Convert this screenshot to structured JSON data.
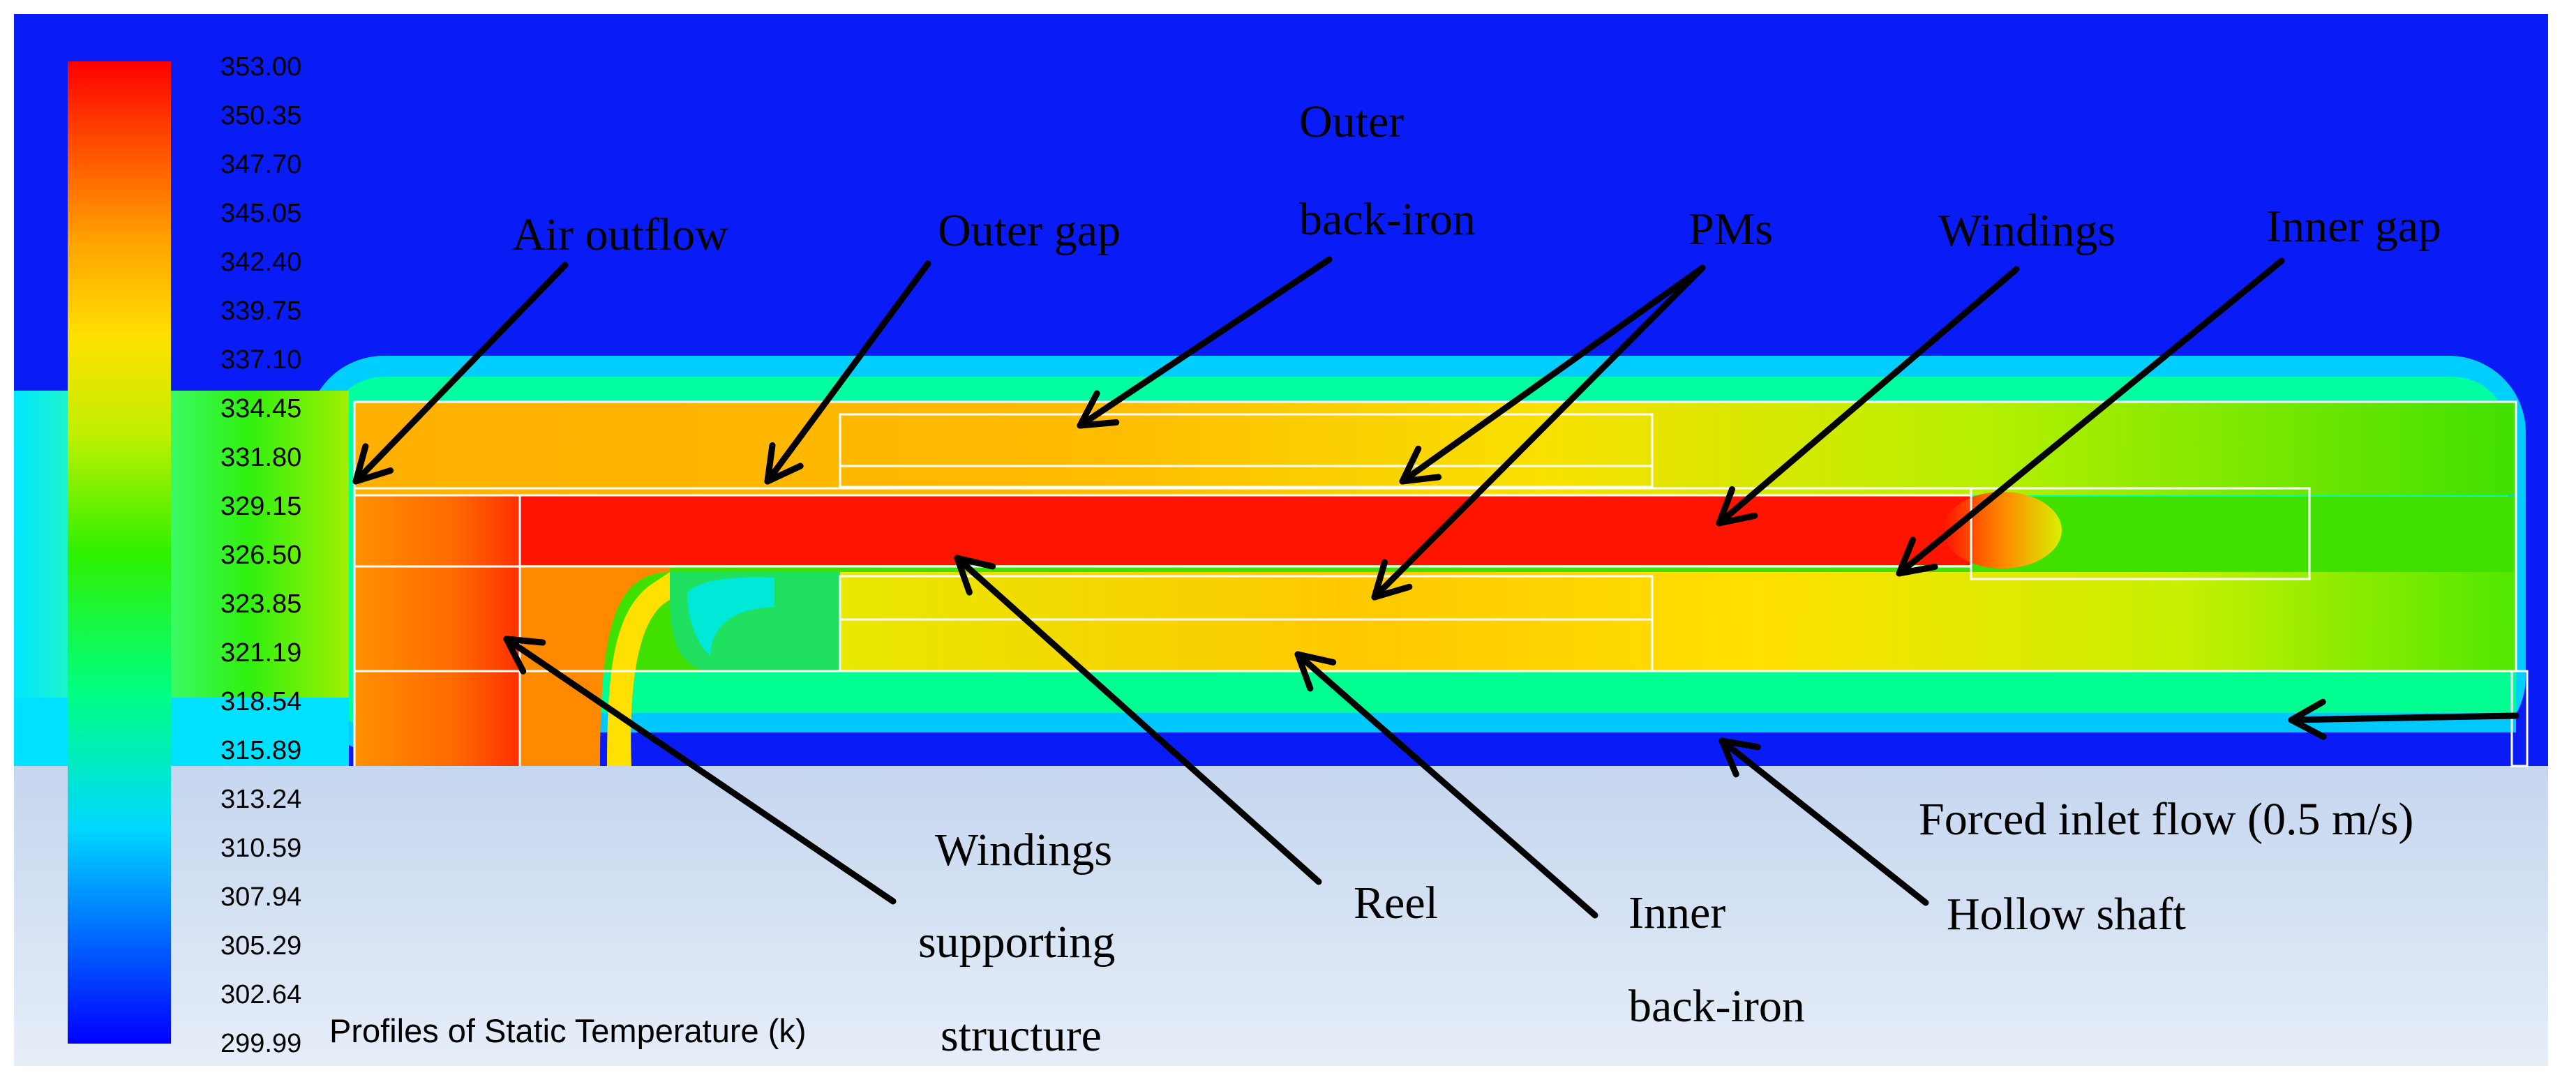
{
  "colorbar": {
    "ticks": [
      "353.00",
      "350.35",
      "347.70",
      "345.05",
      "342.40",
      "339.75",
      "337.10",
      "334.45",
      "331.80",
      "329.15",
      "326.50",
      "323.85",
      "321.19",
      "318.54",
      "315.89",
      "313.24",
      "310.59",
      "307.94",
      "305.29",
      "302.64",
      "299.99"
    ],
    "min": 299.99,
    "max": 353.0,
    "colors": [
      "#0000ff",
      "#0070ff",
      "#00e0ff",
      "#00ff6a",
      "#48f800",
      "#c8f000",
      "#ffe000",
      "#ffa800",
      "#ff5000",
      "#ff0000"
    ]
  },
  "plot_title": "Profiles of Static Temperature (k)",
  "labels": {
    "air_outflow": "Air outflow",
    "outer_gap": "Outer gap",
    "outer_back_iron_1": "Outer",
    "outer_back_iron_2": "back-iron",
    "pms": "PMs",
    "windings": "Windings",
    "inner_gap": "Inner gap",
    "windings_support_1": "Windings",
    "windings_support_2": "supporting",
    "windings_support_3": "structure",
    "reel": "Reel",
    "inner_back_iron_1": "Inner",
    "inner_back_iron_2": "back-iron",
    "hollow_shaft": "Hollow shaft",
    "forced_inlet": "Forced inlet flow (0.5 m/s)"
  },
  "palette": {
    "cold": "#0a1cf5",
    "hot": "#ff1400",
    "lower_bg_top": "#c5d6ef",
    "lower_bg_bottom": "#e6eef8"
  }
}
